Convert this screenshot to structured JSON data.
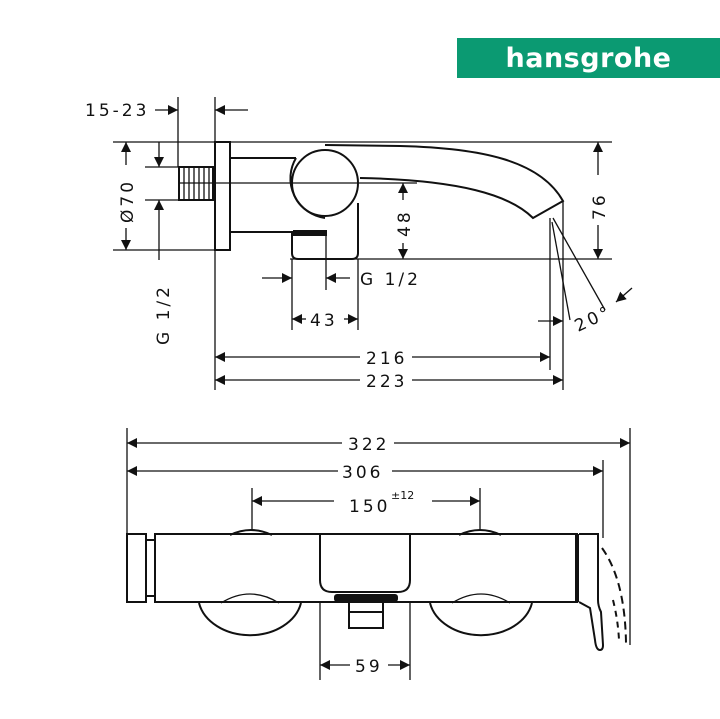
{
  "brand": {
    "name": "hansgrohe",
    "color": "#0b9a72"
  },
  "side_view": {
    "dims": {
      "wall_offset": "15-23",
      "diameter": "Ø70",
      "thread_left": "G 1/2",
      "height_48": "48",
      "height_76": "76",
      "thread_outlet": "G 1/2",
      "width_43": "43",
      "angle": "20°",
      "length_216": "216",
      "length_223": "223"
    }
  },
  "front_view": {
    "dims": {
      "total_322": "322",
      "body_306": "306",
      "centers": "150",
      "centers_tolerance": "±12",
      "outlet_59": "59"
    }
  }
}
